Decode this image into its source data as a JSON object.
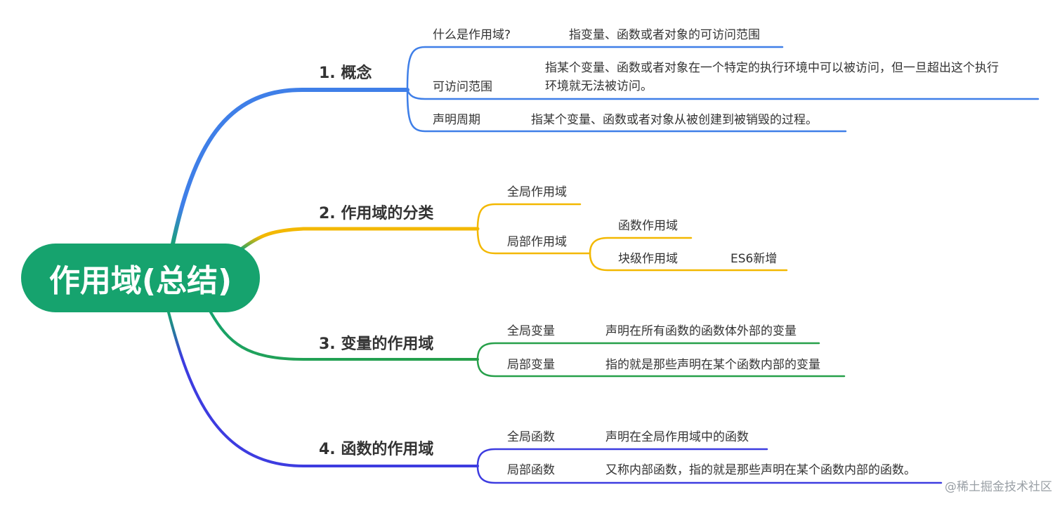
{
  "root": "作用域(总结)",
  "colors": {
    "root": "#16a36e",
    "blue": "#3f7fe8",
    "yellow": "#f3b800",
    "green": "#27a04a",
    "indigo": "#3d3ce0"
  },
  "branches": [
    {
      "label": "1. 概念",
      "items": [
        {
          "label": "什么是作用域?",
          "desc": "指变量、函数或者对象的可访问范围"
        },
        {
          "label": "可访问范围",
          "desc": [
            "指某个变量、函数或者对象在一个特定的执行环境中可以被访问，但一旦超出这个执行",
            "环境就无法被访问。"
          ]
        },
        {
          "label": "声明周期",
          "desc": "指某个变量、函数或者对象从被创建到被销毁的过程。"
        }
      ]
    },
    {
      "label": "2. 作用域的分类",
      "items": [
        {
          "label": "全局作用域"
        },
        {
          "label": "局部作用域",
          "children": [
            {
              "label": "函数作用域"
            },
            {
              "label": "块级作用域",
              "desc": "ES6新增"
            }
          ]
        }
      ]
    },
    {
      "label": "3. 变量的作用域",
      "items": [
        {
          "label": "全局变量",
          "desc": "声明在所有函数的函数体外部的变量"
        },
        {
          "label": "局部变量",
          "desc": "指的就是那些声明在某个函数内部的变量"
        }
      ]
    },
    {
      "label": "4. 函数的作用域",
      "items": [
        {
          "label": "全局函数",
          "desc": "声明在全局作用域中的函数"
        },
        {
          "label": "局部函数",
          "desc": "又称内部函数，指的就是那些声明在某个函数内部的函数。"
        }
      ]
    }
  ],
  "watermark": "@稀土掘金技术社区"
}
